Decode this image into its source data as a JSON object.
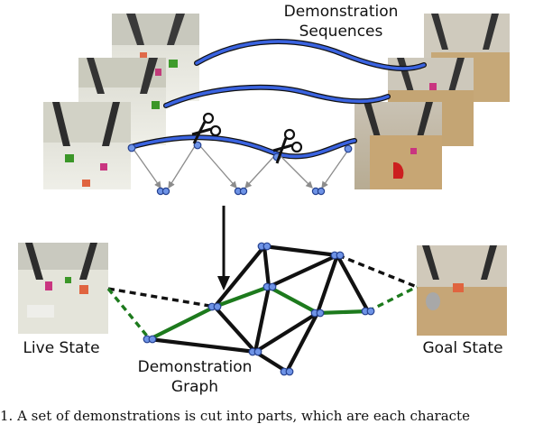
{
  "figure": {
    "labels": {
      "sequences_line1": "Demonstration",
      "sequences_line2": "Sequences",
      "live_state": "Live State",
      "goal_state": "Goal State",
      "graph_line1": "Demonstration",
      "graph_line2": "Graph"
    },
    "caption": "1.   A set of demonstrations is cut into parts, which are each characte",
    "colors": {
      "sequence_line": "#2d55d6",
      "node": "#6e93e6",
      "graph_edge": "#000000",
      "shortest_path": "#1d7a1d",
      "cut_arrows": "#9a9a9a"
    },
    "icons": [
      "scissors-icon",
      "down-arrow-icon"
    ]
  }
}
